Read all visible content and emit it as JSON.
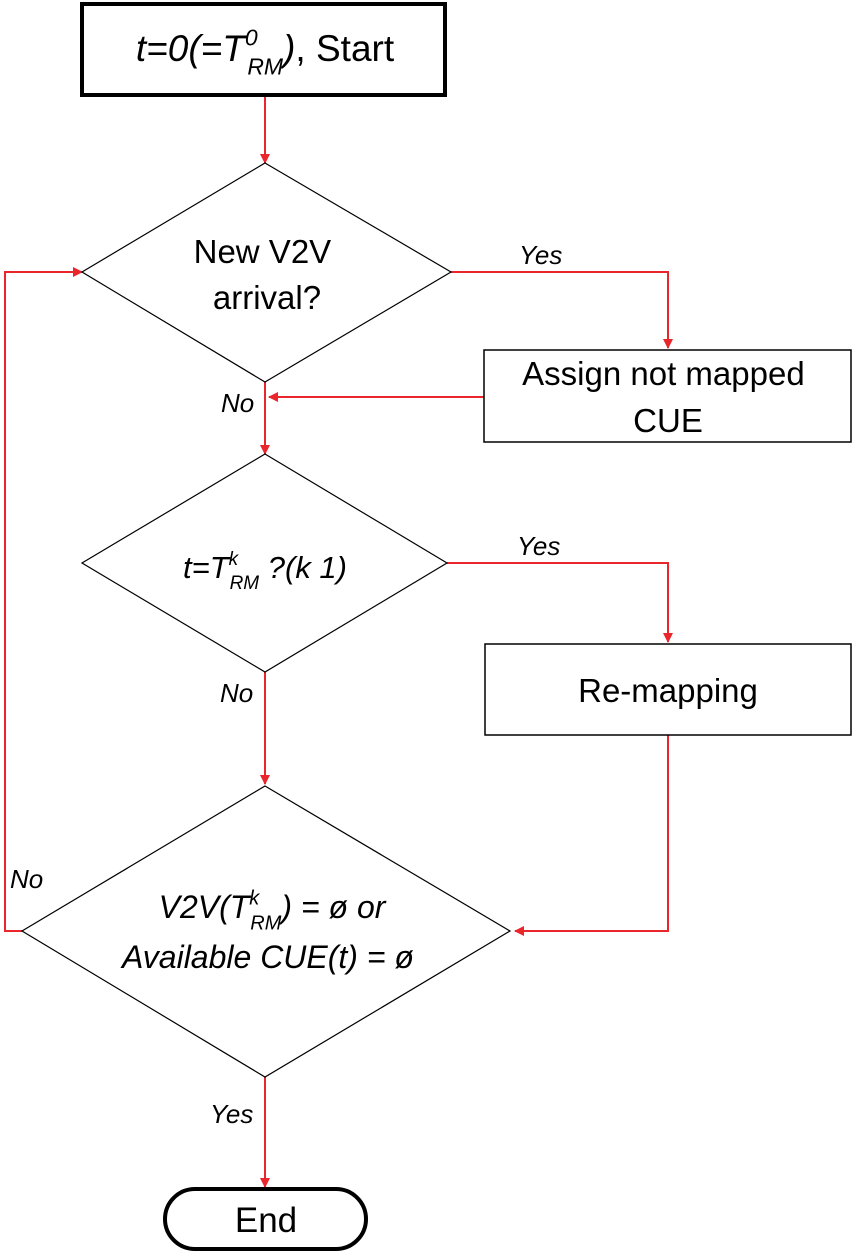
{
  "nodes": {
    "start": {
      "parts": [
        {
          "t": "t=0(=T",
          "italic": true
        },
        {
          "t": "0",
          "italic": true,
          "sup": true
        },
        {
          "t": "RM",
          "italic": true,
          "sub": true
        },
        {
          "t": ")",
          "italic": true
        },
        {
          "t": ", Start",
          "italic": false
        }
      ]
    },
    "new_v2v": {
      "line1": "New V2V",
      "line2": "arrival?"
    },
    "assign": {
      "line1": "Assign not mapped",
      "line2": "CUE"
    },
    "remap_check": {
      "parts": [
        {
          "t": "t=T",
          "italic": true
        },
        {
          "t": "k",
          "italic": true,
          "sup": true
        },
        {
          "t": "RM",
          "italic": true,
          "sub": true
        },
        {
          "t": " ?(k   1)",
          "italic": true
        }
      ]
    },
    "remapping": {
      "label": "Re-mapping"
    },
    "end_check": {
      "line1": [
        {
          "t": "V2V(T",
          "italic": true
        },
        {
          "t": "k",
          "italic": true,
          "sup": true
        },
        {
          "t": "RM",
          "italic": true,
          "sub": true
        },
        {
          "t": ") = ø or",
          "italic": true
        }
      ],
      "line2": "Available CUE(t) = ø"
    },
    "end": {
      "label": "End"
    }
  },
  "edge_labels": {
    "new_yes": "Yes",
    "new_no": "No",
    "remap_yes": "Yes",
    "remap_no": "No",
    "end_no": "No",
    "end_yes": "Yes"
  },
  "colors": {
    "node_stroke": "#000000",
    "edge": "#e8262b",
    "background": "#ffffff"
  }
}
